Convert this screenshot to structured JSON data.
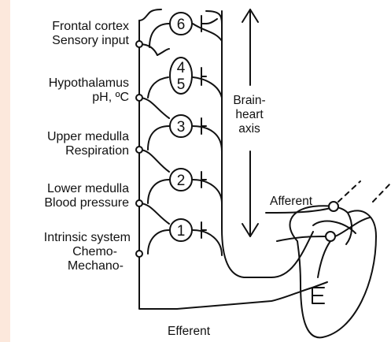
{
  "colors": {
    "left_strip": "#fce8dc",
    "ink": "#111111",
    "background": "#ffffff"
  },
  "labels": [
    {
      "line1": "Frontal cortex",
      "line2": "Sensory input"
    },
    {
      "line1": "Hypothalamus",
      "line2": "pH, ºC"
    },
    {
      "line1": "Upper medulla",
      "line2": "Respiration"
    },
    {
      "line1": "Lower medulla",
      "line2": "Blood pressure"
    },
    {
      "line1": "Intrinsic system",
      "line2": "Chemo-",
      "line3": "Mechano-"
    }
  ],
  "nodes": {
    "n6": "6",
    "n45a": "4",
    "n45b": "5",
    "n3": "3",
    "n2": "2",
    "n1": "1"
  },
  "axis": {
    "line1": "Brain-",
    "line2": "heart",
    "line3": "axis"
  },
  "afferent": "Afferent",
  "efferent": "Efferent"
}
